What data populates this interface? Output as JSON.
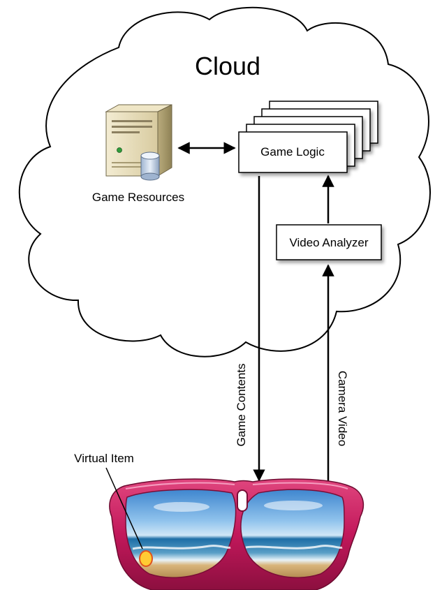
{
  "cloud": {
    "title": "Cloud"
  },
  "game_resources": {
    "label": "Game Resources"
  },
  "game_logic": {
    "label": "Game Logic"
  },
  "video_analyzer": {
    "label": "Video Analyzer"
  },
  "arrows": {
    "game_contents": "Game Contents",
    "camera_video": "Camera Video"
  },
  "glasses": {
    "virtual_item_label": "Virtual Item"
  },
  "colors": {
    "frame": "#c2185b",
    "frame_dark": "#8c0f3f",
    "sky": "#4a8fd0",
    "sea": "#1c6fa8",
    "sand": "#c8a46a",
    "virtual_item": "#ffcc33"
  }
}
